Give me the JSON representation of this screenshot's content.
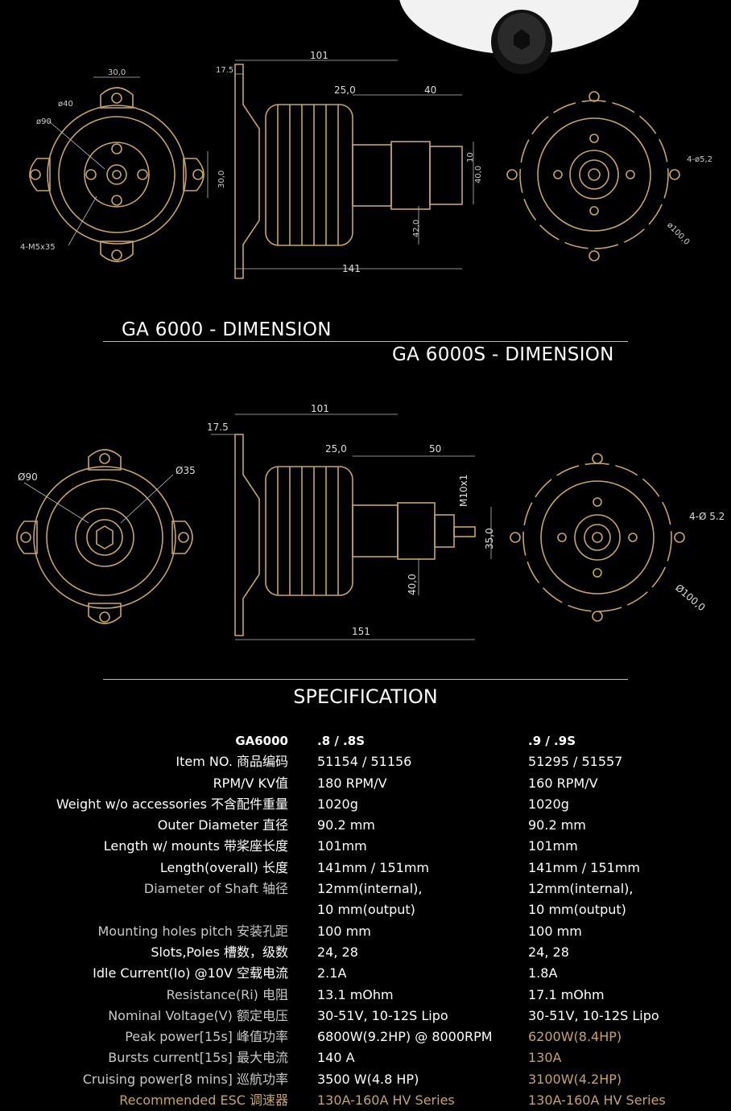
{
  "drawing1": {
    "dims": {
      "top_width": "101",
      "flange": "17.5",
      "rotor": "25,0",
      "shaft": "40",
      "total": "141",
      "tip": "10",
      "shaft_dia": "40,0",
      "base": "42,0",
      "side_h": "30,0",
      "side_w": "30,0",
      "d40": "ø40",
      "d90": "ø90",
      "screws": "4-M5x35",
      "holes": "4-ø5,2",
      "pcd": "ø100,0"
    }
  },
  "dimension_titles": {
    "ga6000": "GA 6000 - DIMENSION",
    "ga6000s": "GA 6000S - DIMENSION"
  },
  "drawing2": {
    "dims": {
      "top_width": "101",
      "flange": "17.5",
      "rotor": "25,0",
      "shaft": "50",
      "total": "151",
      "thread": "M10x1",
      "shaft_dia": "35,0",
      "base": "40,0",
      "d90": "Ø90",
      "d35": "Ø35",
      "holes": "4-Ø 5.2",
      "pcd": "Ø100,0"
    }
  },
  "specification": {
    "title": "SPECIFICATION",
    "header": {
      "label": "GA6000",
      "v1": ".8 / .8S",
      "v2": ".9 / .9S"
    },
    "rows": [
      {
        "label": "Item NO.  商品编码",
        "v1": "51154 / 51156",
        "v2": "51295 / 51557",
        "lc": "white",
        "vc1": "white",
        "vc2": "white"
      },
      {
        "label": "RPM/V KV值",
        "v1": "180 RPM/V",
        "v2": "160 RPM/V",
        "lc": "white",
        "vc1": "white",
        "vc2": "white"
      },
      {
        "label": "Weight w/o accessories 不含配件重量",
        "v1": "1020g",
        "v2": "1020g",
        "lc": "white",
        "vc1": "white",
        "vc2": "white"
      },
      {
        "label": "Outer Diameter 直径",
        "v1": "90.2 mm",
        "v2": "90.2 mm",
        "lc": "white",
        "vc1": "white",
        "vc2": "white"
      },
      {
        "label": "Length w/ mounts 带桨座长度",
        "v1": "101mm",
        "v2": "101mm",
        "lc": "white",
        "vc1": "white",
        "vc2": "white"
      },
      {
        "label": "Length(overall) 长度",
        "v1": "141mm / 151mm",
        "v2": "141mm / 151mm",
        "lc": "white",
        "vc1": "white",
        "vc2": "white"
      },
      {
        "label": "Diameter of Shaft 轴径",
        "v1": "12mm(internal),",
        "v2": "12mm(internal),",
        "lc": "gray",
        "vc1": "white",
        "vc2": "white"
      },
      {
        "label": "",
        "v1": "10 mm(output)",
        "v2": "10 mm(output)",
        "lc": "gray",
        "vc1": "white",
        "vc2": "white"
      },
      {
        "label": "Mounting holes pitch 安装孔距",
        "v1": "100 mm",
        "v2": "100 mm",
        "lc": "gray",
        "vc1": "white",
        "vc2": "white"
      },
      {
        "label": "Slots,Poles 槽数，级数",
        "v1": "24, 28",
        "v2": "24, 28",
        "lc": "white",
        "vc1": "white",
        "vc2": "white"
      },
      {
        "label": "Idle Current(Io) @10V 空载电流",
        "v1": "2.1A",
        "v2": "1.8A",
        "lc": "white",
        "vc1": "white",
        "vc2": "white"
      },
      {
        "label": "Resistance(Ri) 电阻",
        "v1": "13.1 mOhm",
        "v2": "17.1 mOhm",
        "lc": "gray",
        "vc1": "white",
        "vc2": "white"
      },
      {
        "label": "Nominal Voltage(V) 额定电压",
        "v1": "30-51V, 10-12S Lipo",
        "v2": "30-51V, 10-12S Lipo",
        "lc": "gray",
        "vc1": "white",
        "vc2": "white"
      },
      {
        "label": "Peak power[15s] 峰值功率",
        "v1": "6800W(9.2HP) @ 8000RPM",
        "v2": "6200W(8.4HP)",
        "lc": "gray",
        "vc1": "white",
        "vc2": "gold"
      },
      {
        "label": "Bursts current[15s] 最大电流",
        "v1": "140 A",
        "v2": "130A",
        "lc": "gray",
        "vc1": "white",
        "vc2": "gold"
      },
      {
        "label": "Cruising power[8 mins] 巡航功率",
        "v1": "3500 W(4.8 HP)",
        "v2": "3100W(4.2HP)",
        "lc": "gray",
        "vc1": "white",
        "vc2": "gold"
      },
      {
        "label": "Recommended ESC 调速器",
        "v1": "130A-160A HV Series",
        "v2": "130A-160A HV Series",
        "lc": "gold",
        "vc1": "gold",
        "vc2": "gold"
      }
    ]
  },
  "colors": {
    "background": "#000000",
    "line_art": "#c5a46b",
    "text": "#ffffff",
    "muted": "#c8c8c8",
    "accent": "#c5a46b"
  }
}
